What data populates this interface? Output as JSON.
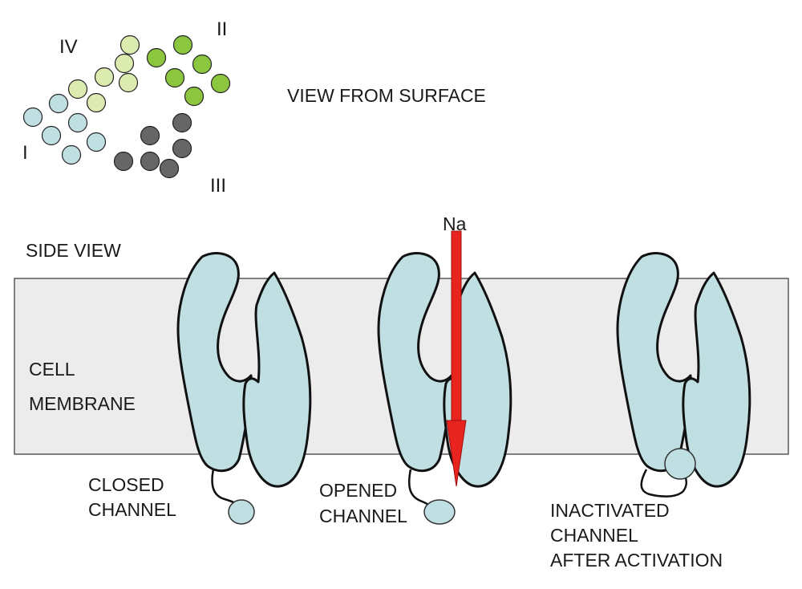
{
  "top_view": {
    "title": "VIEW FROM SURFACE",
    "domains": [
      {
        "numeral": "I",
        "color": "#bfdfe3"
      },
      {
        "numeral": "II",
        "color": "#8cc63f"
      },
      {
        "numeral": "III",
        "color": "#666666"
      },
      {
        "numeral": "IV",
        "color": "#dcebb0"
      }
    ]
  },
  "side_view": {
    "title": "SIDE VIEW",
    "membrane_label_line1": "CELL",
    "membrane_label_line2": "MEMBRANE",
    "ion_label": "Na",
    "channels": [
      {
        "state": "closed",
        "label_lines": [
          "CLOSED",
          "CHANNEL"
        ]
      },
      {
        "state": "opened",
        "label_lines": [
          "OPENED",
          "CHANNEL"
        ]
      },
      {
        "state": "inactivated",
        "label_lines": [
          "INACTIVATED",
          "CHANNEL",
          "AFTER ACTIVATION"
        ]
      }
    ]
  },
  "colors": {
    "membrane_fill": "#ececec",
    "protein_fill": "#bfdfe3",
    "arrow": "#e8241f",
    "outline": "#111111"
  }
}
